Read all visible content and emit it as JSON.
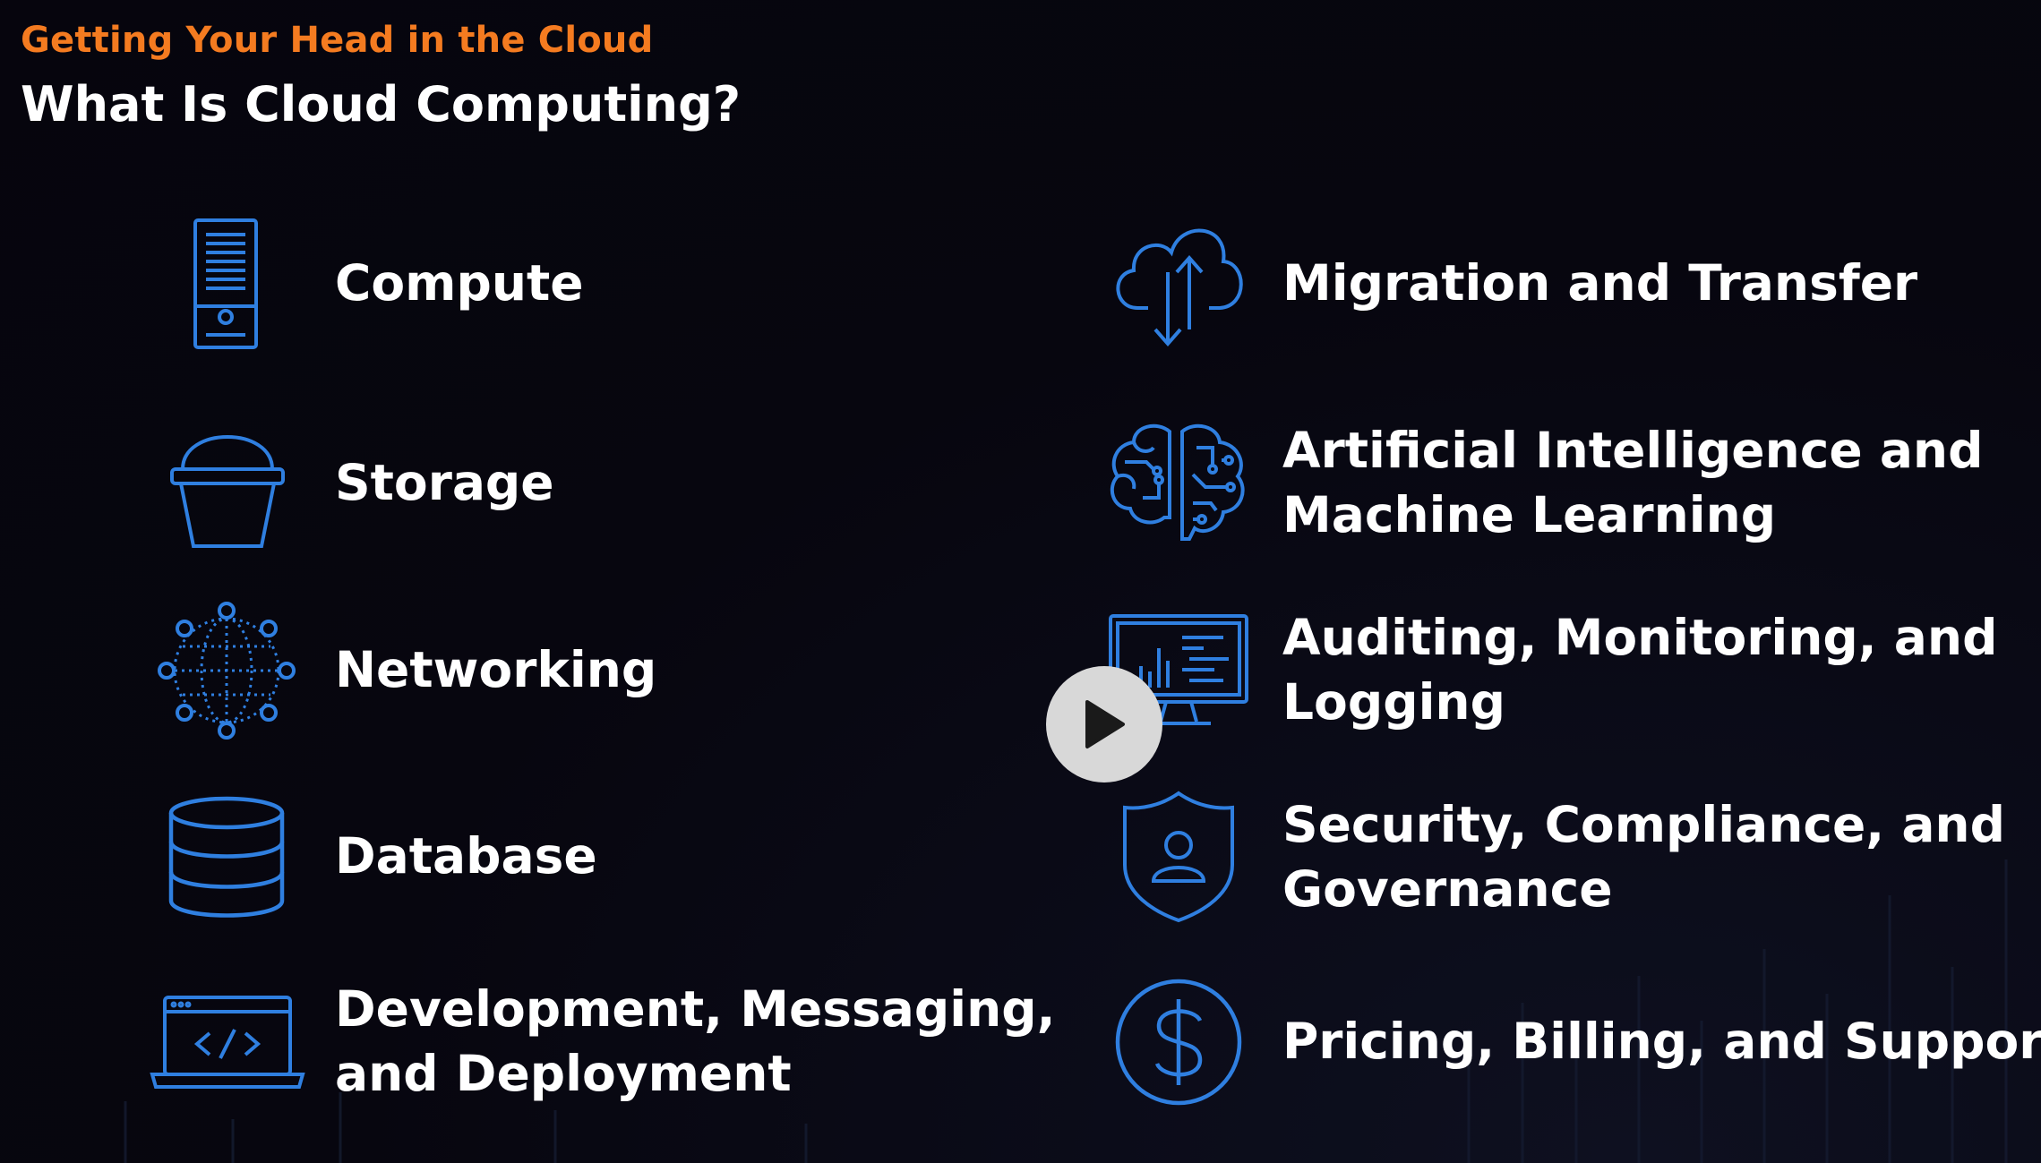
{
  "header": {
    "eyebrow": "Getting Your Head in the Cloud",
    "title": "What Is Cloud Computing?"
  },
  "colors": {
    "accent": "#f47b20",
    "icon_blue": "#2f7fe0",
    "text": "#ffffff",
    "background": "#07060f"
  },
  "left_column": [
    {
      "label_line1": "Compute",
      "label_line2": "",
      "icon": "server-icon"
    },
    {
      "label_line1": "Storage",
      "label_line2": "",
      "icon": "bucket-icon"
    },
    {
      "label_line1": "Networking",
      "label_line2": "",
      "icon": "globe-network-icon"
    },
    {
      "label_line1": "Database",
      "label_line2": "",
      "icon": "database-icon"
    },
    {
      "label_line1": "Development, Messaging,",
      "label_line2": "and Deployment",
      "icon": "laptop-code-icon"
    }
  ],
  "right_column": [
    {
      "label_line1": "Migration and Transfer",
      "label_line2": "",
      "icon": "cloud-transfer-icon"
    },
    {
      "label_line1": "Artificial Intelligence and",
      "label_line2": "Machine Learning",
      "icon": "brain-circuit-icon"
    },
    {
      "label_line1": "Auditing, Monitoring, and",
      "label_line2": "Logging",
      "icon": "monitor-chart-icon"
    },
    {
      "label_line1": "Security, Compliance, and",
      "label_line2": "Governance",
      "icon": "shield-user-icon"
    },
    {
      "label_line1": "Pricing, Billing, and Support",
      "label_line2": "",
      "icon": "dollar-circle-icon"
    }
  ],
  "player": {
    "play_icon": "play-icon"
  }
}
